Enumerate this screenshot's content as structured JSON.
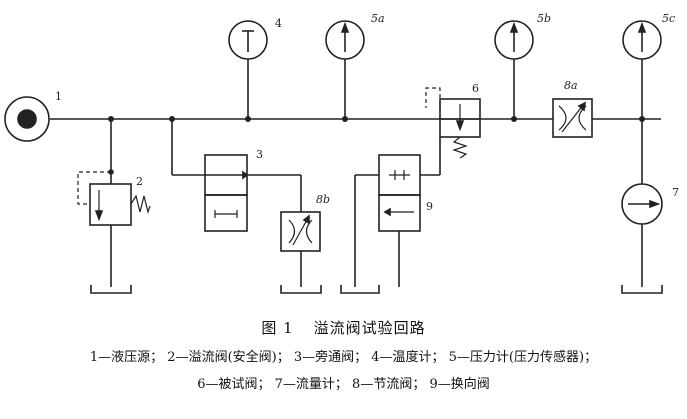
{
  "labels": {
    "l1": "1",
    "l2": "2",
    "l3": "3",
    "l4": "4",
    "l5a": "5a",
    "l5b": "5b",
    "l5c": "5c",
    "l6": "6",
    "l7": "7",
    "l8a": "8a",
    "l8b": "8b",
    "l9": "9"
  },
  "caption": {
    "figure_no": "图 1",
    "title": "溢流阀试验回路",
    "legend_line1": "1—液压源； 2—溢流阀(安全阀)； 3—旁通阀； 4—温度计； 5—压力计(压力传感器)；",
    "legend_line2": "6—被试阀； 7—流量计； 8—节流阀； 9—换向阀"
  }
}
